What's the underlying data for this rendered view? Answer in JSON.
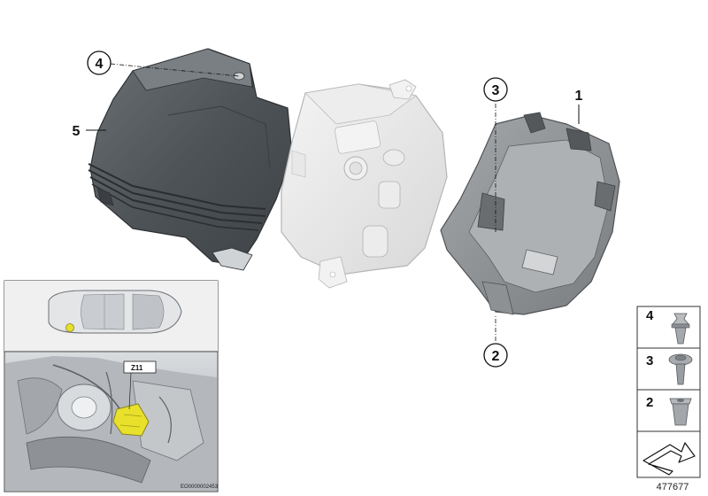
{
  "callouts": {
    "item_1": "1",
    "item_2": "2",
    "item_3": "3",
    "item_4": "4",
    "item_5": "5"
  },
  "locator": {
    "zone_label": "Z11",
    "image_code": "EO0000002453"
  },
  "legend": {
    "row_4": "4",
    "row_3": "3",
    "row_2": "2"
  },
  "diagram_id": "477677",
  "colors": {
    "housing_dark": "#555a5e",
    "module_light": "#e4e4e4",
    "bracket_grey": "#8c8f92",
    "highlight_yellow": "#e8e02a"
  }
}
